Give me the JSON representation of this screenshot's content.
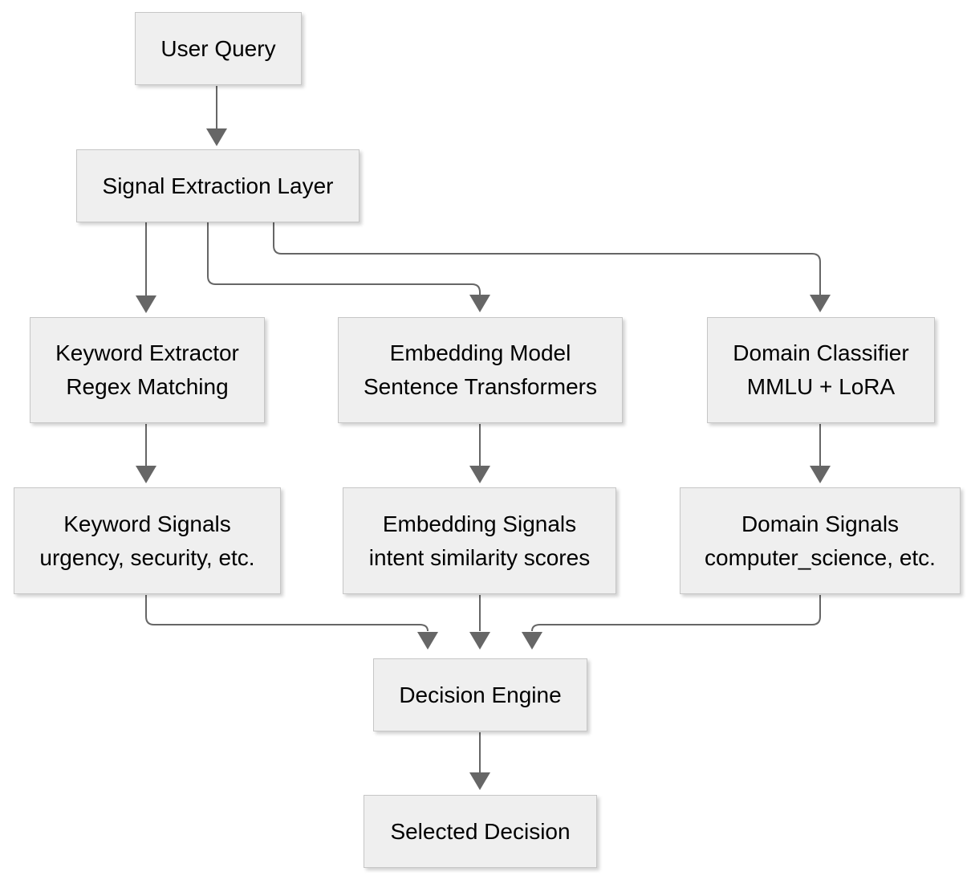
{
  "diagram": {
    "type": "flowchart",
    "direction": "top-down",
    "colors": {
      "background": "#ffffff",
      "node_fill": "#efefef",
      "node_border": "#c6c6c6",
      "edge": "#666666",
      "text": "#000000"
    },
    "nodes": {
      "user_query": {
        "title": "User Query"
      },
      "signal_extraction": {
        "title": "Signal Extraction Layer"
      },
      "keyword_extractor": {
        "title": "Keyword Extractor",
        "subtitle": "Regex Matching"
      },
      "embedding_model": {
        "title": "Embedding Model",
        "subtitle": "Sentence Transformers"
      },
      "domain_classifier": {
        "title": "Domain Classifier",
        "subtitle": "MMLU + LoRA"
      },
      "keyword_signals": {
        "title": "Keyword Signals",
        "subtitle": "urgency, security, etc."
      },
      "embedding_signals": {
        "title": "Embedding Signals",
        "subtitle": "intent similarity scores"
      },
      "domain_signals": {
        "title": "Domain Signals",
        "subtitle": "computer_science, etc."
      },
      "decision_engine": {
        "title": "Decision Engine"
      },
      "selected_decision": {
        "title": "Selected Decision"
      }
    },
    "edges": [
      {
        "from": "user_query",
        "to": "signal_extraction"
      },
      {
        "from": "signal_extraction",
        "to": "keyword_extractor"
      },
      {
        "from": "signal_extraction",
        "to": "embedding_model"
      },
      {
        "from": "signal_extraction",
        "to": "domain_classifier"
      },
      {
        "from": "keyword_extractor",
        "to": "keyword_signals"
      },
      {
        "from": "embedding_model",
        "to": "embedding_signals"
      },
      {
        "from": "domain_classifier",
        "to": "domain_signals"
      },
      {
        "from": "keyword_signals",
        "to": "decision_engine"
      },
      {
        "from": "embedding_signals",
        "to": "decision_engine"
      },
      {
        "from": "domain_signals",
        "to": "decision_engine"
      },
      {
        "from": "decision_engine",
        "to": "selected_decision"
      }
    ]
  }
}
